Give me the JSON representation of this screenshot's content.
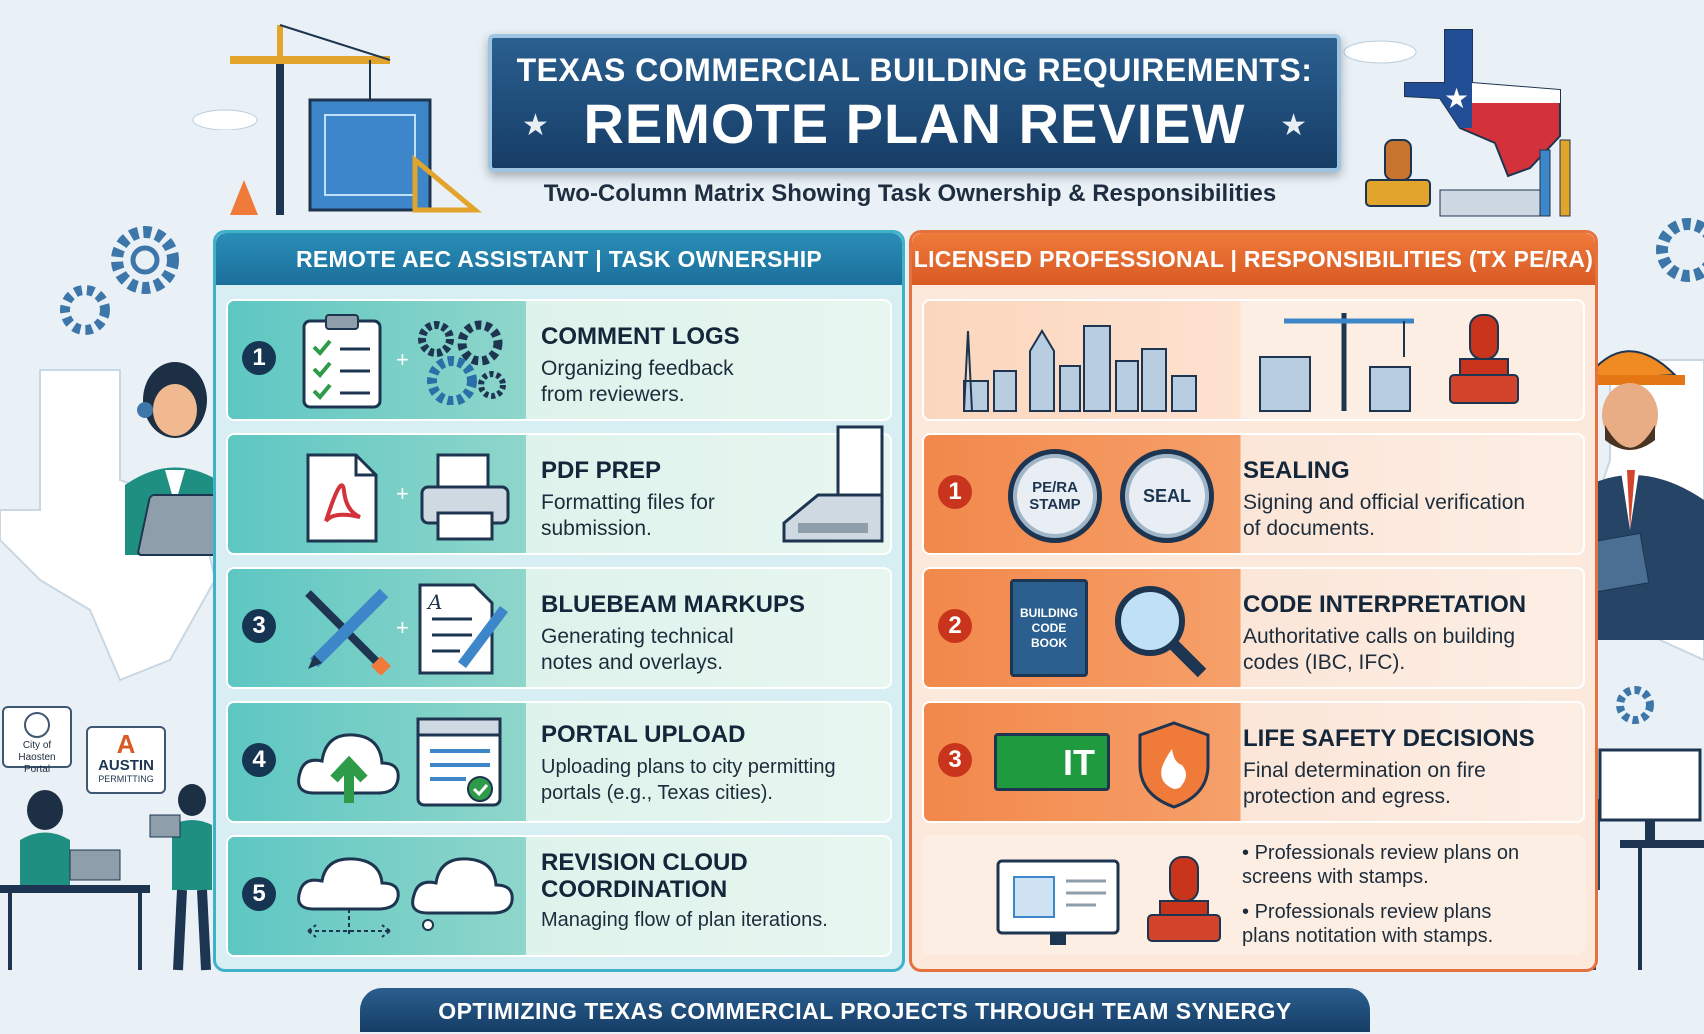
{
  "title": {
    "line1": "TEXAS COMMERCIAL BUILDING REQUIREMENTS:",
    "line2": "REMOTE PLAN REVIEW",
    "star": "★"
  },
  "subtitle": "Two-Column Matrix Showing Task Ownership & Responsibilities",
  "left_column": {
    "header": "REMOTE AEC ASSISTANT  |  TASK OWNERSHIP",
    "rows": [
      {
        "number": "1",
        "title": "COMMENT LOGS",
        "desc": "Organizing feedback from reviewers."
      },
      {
        "number": "",
        "title": "PDF PREP",
        "desc": "Formatting files for submission."
      },
      {
        "number": "3",
        "title": "BLUEBEAM MARKUPS",
        "desc": "Generating technical notes and overlays."
      },
      {
        "number": "4",
        "title": "PORTAL UPLOAD",
        "desc": "Uploading plans to city permitting portals (e.g., Texas cities)."
      },
      {
        "number": "5",
        "title": "REVISION CLOUD COORDINATION",
        "desc": "Managing flow of plan iterations."
      }
    ]
  },
  "right_column": {
    "header": "LICENSED PROFESSIONAL  |  RESPONSIBILITIES (TX PE/RA)",
    "rows": [
      {
        "number": "1",
        "title": "SEALING",
        "desc": "Signing and official verification of documents."
      },
      {
        "number": "2",
        "title": "CODE INTERPRETATION",
        "desc": "Authoritative calls on building codes (IBC, IFC)."
      },
      {
        "number": "3",
        "title": "LIFE SAFETY DECISIONS",
        "desc": "Final determination on fire protection and egress."
      }
    ],
    "stamp_label": "PE/RA STAMP",
    "seal_label": "SEAL",
    "book_label": "BUILDING CODE BOOK",
    "exit_label": "IT",
    "bullets": [
      "Professionals review plans on screens with stamps.",
      "Professionals review plans plans notitation with stamps."
    ]
  },
  "signs": {
    "houston": "City of Haosten Portal",
    "austin_logo": "A",
    "austin_line1": "AUSTIN",
    "austin_line2": "PERMITTING"
  },
  "footer": "OPTIMIZING TEXAS COMMERCIAL PROJECTS THROUGH TEAM SYNERGY",
  "colors": {
    "navy": "#163d66",
    "teal": "#3fb1c9",
    "orange": "#e5713e",
    "red": "#c9351c"
  }
}
